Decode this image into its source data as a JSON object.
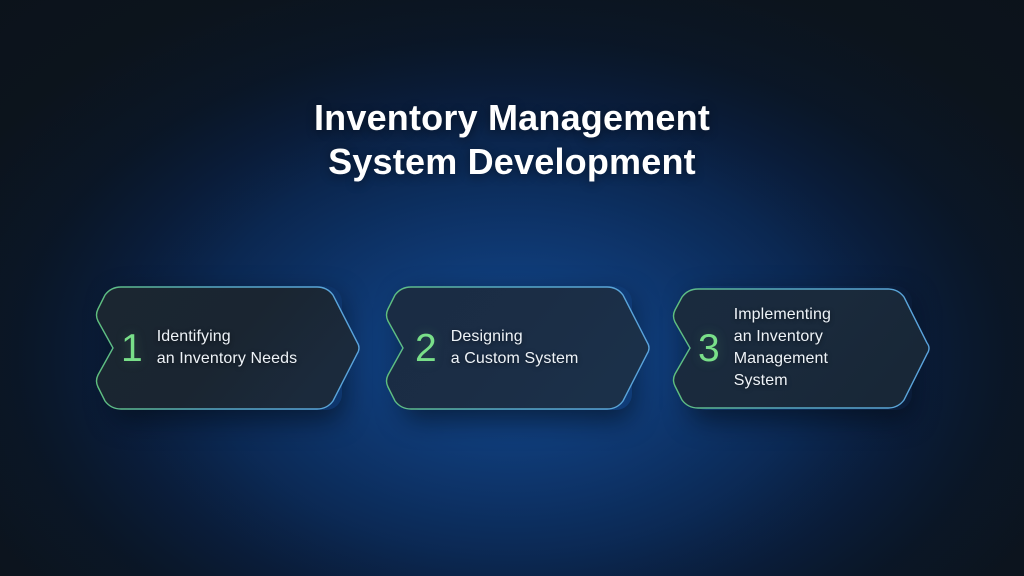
{
  "slide": {
    "title_line_1": "Inventory Management",
    "title_line_2": "System Development",
    "background_color": "#0c141d",
    "glow_color": "#14488c",
    "accent_green": "#79df89",
    "accent_blue": "#5ea8e0",
    "text_color": "#eef3f8"
  },
  "steps": [
    {
      "number": "1",
      "lines": [
        "Identifying",
        "an Inventory Needs"
      ],
      "fill": "#1a2531",
      "border_start": "#5fc07e",
      "border_end": "#5aa3dd"
    },
    {
      "number": "2",
      "lines": [
        "Designing",
        "a Custom System"
      ],
      "fill": "#1b2d45",
      "border_start": "#5fc07e",
      "border_end": "#5aa3dd"
    },
    {
      "number": "3",
      "lines": [
        "Implementing",
        "an Inventory",
        "Management",
        "System"
      ],
      "fill": "#1a2b3f",
      "border_start": "#5fc07e",
      "border_end": "#5aa3dd"
    }
  ]
}
